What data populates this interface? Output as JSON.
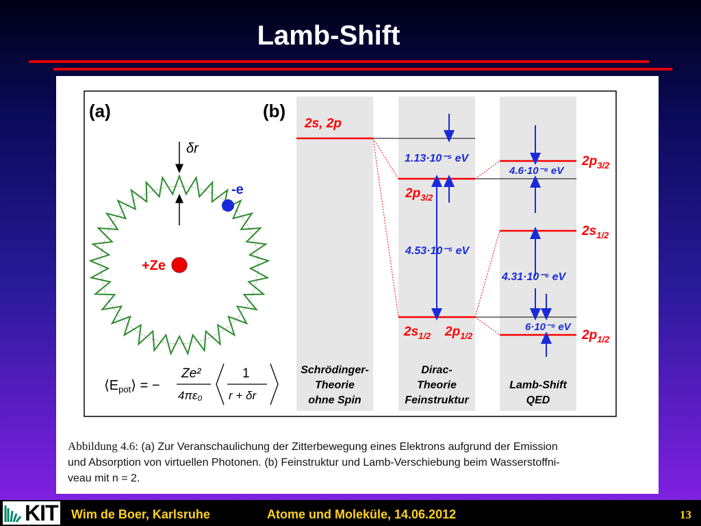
{
  "slide": {
    "title": "Lamb-Shift",
    "page_number": "13"
  },
  "footer": {
    "author": "Wim de Boer, Karlsruhe",
    "course": "Atome und Moleküle,  14.06.2012",
    "logo_text": "KIT"
  },
  "figure": {
    "panel_a_label": "(a)",
    "panel_b_label": "(b)",
    "delta_r_label": "δr",
    "electron_label": "-e",
    "nucleus_label": "+Ze",
    "formula": "⟨E_pot⟩ = − Ze² / (4πε₀) ⟨ 1 / (r + δr) ⟩",
    "formula_lhs": "⟨E",
    "formula_lhs_sub": "pot",
    "formula_lhs_close": "⟩ = −",
    "formula_num": "Ze²",
    "formula_den": "4πε₀",
    "formula_inner_num": "1",
    "formula_inner_den": "r + δr",
    "col1": {
      "level": "2s, 2p",
      "caption": [
        "Schrödinger-",
        "Theorie",
        "ohne Spin"
      ]
    },
    "col2": {
      "energy_top": "1.13·10⁻⁵ eV",
      "level_p32": "2p",
      "level_p32_sub": "3/2",
      "energy_main": "4.53·10⁻⁵ eV",
      "level_s12": "2s",
      "level_s12_sub": "1/2",
      "level_p12": "2p",
      "level_p12_sub": "1/2",
      "caption": [
        "Dirac-",
        "Theorie",
        "Feinstruktur"
      ]
    },
    "col3": {
      "energy_top": "4.6·10⁻⁸ eV",
      "energy_mid": "4.31·10⁻⁶ eV",
      "energy_bottom": "6·10⁻⁸ eV",
      "level_p32": "2p",
      "level_p32_sub": "3/2",
      "level_s12": "2s",
      "level_s12_sub": "1/2",
      "level_p12": "2p",
      "level_p12_sub": "1/2",
      "caption": [
        "Lamb-Shift",
        "QED"
      ]
    }
  },
  "caption": {
    "label": "Abbildung 4.6:",
    "line1": " (a) Zur Veranschaulichung der Zitterbewegung eines Elektrons aufgrund der Emission",
    "line2": "und Absorption von virtuellen Photonen. (b) Feinstruktur und Lamb-Verschiebung beim Wasserstoffni-",
    "line3": "veau mit n = 2."
  },
  "colors": {
    "red": "#ff0000",
    "blue": "#1a2ad8",
    "green": "#2e8b2e",
    "panel_gray": "#e6e6e6",
    "footer_text": "#ffd21f"
  }
}
